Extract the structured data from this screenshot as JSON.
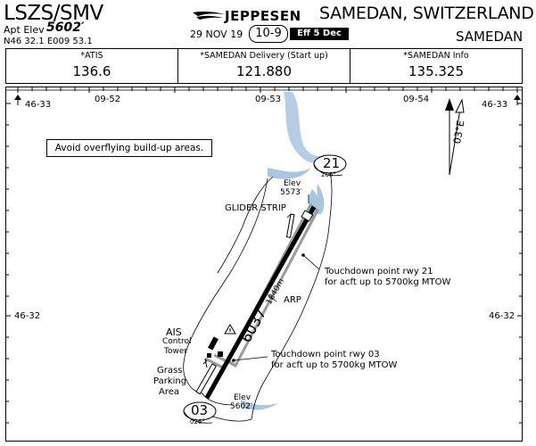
{
  "header": {
    "airport_ident": "LSZS/SMV",
    "apt_elev_label": "Apt Elev",
    "apt_elev_value": "5602′",
    "coordinates": "N46 32.1 E009 53.1",
    "brand": "JEPPESEN",
    "title": "SAMEDAN, SWITZERLAND",
    "subtitle": "SAMEDAN",
    "date": "29 NOV 19",
    "page_number": "10-9",
    "effective": "Eff 5 Dec"
  },
  "frequencies": [
    {
      "label": "*ATIS",
      "value": "136.6"
    },
    {
      "label": "*SAMEDAN Delivery (Start up)",
      "value": "121.880"
    },
    {
      "label": "*SAMEDAN Info",
      "value": "135.325"
    }
  ],
  "map": {
    "note": "Avoid overflying build-up areas.",
    "lon_ticks": [
      "09-52",
      "09-53",
      "09-54"
    ],
    "lat_top": "46-33",
    "lat_mid": "46-32",
    "magvar": "03°E",
    "runway_21": {
      "number": "21",
      "heading": "206°"
    },
    "runway_03": {
      "number": "03",
      "heading": "026°"
    },
    "elev_north_label": "Elev",
    "elev_north_value": "5573′",
    "elev_south_label": "Elev",
    "elev_south_value": "5602′",
    "glider_strip": "GLIDER STRIP",
    "runway_length_ft": "6037′",
    "runway_length_m": "1840m",
    "arp": "ARP",
    "td21_line1": "Touchdown point rwy 21",
    "td21_line2": "for acft up to 5700kg MTOW",
    "td03_line1": "Touchdown point rwy 03",
    "td03_line2": "for acft up to 5700kg MTOW",
    "ais": "AIS",
    "control_tower_1": "Control",
    "control_tower_2": "Tower",
    "grass_1": "Grass",
    "grass_2": "Parking",
    "grass_3": "Area"
  }
}
